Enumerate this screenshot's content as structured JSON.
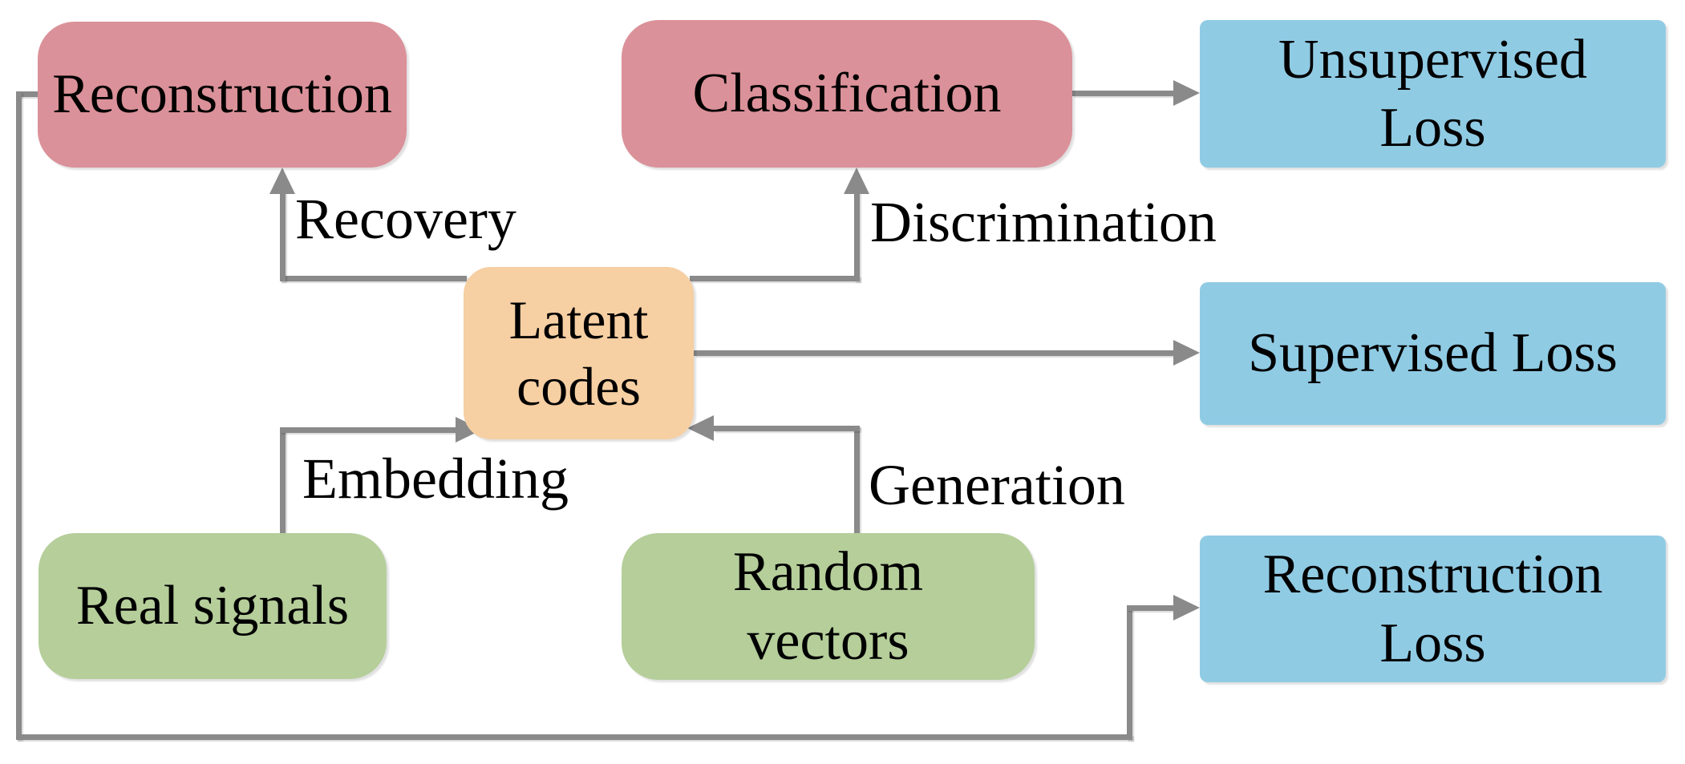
{
  "figure": {
    "nodes": {
      "reconstruction": "Reconstruction",
      "classification": "Classification",
      "unsupervised_loss": "Unsupervised\nLoss",
      "latent_codes": "Latent\ncodes",
      "supervised_loss": "Supervised Loss",
      "real_signals": "Real signals",
      "random_vectors": "Random\nvectors",
      "reconstruction_loss": "Reconstruction\nLoss"
    },
    "edges": {
      "recovery_label": "Recovery",
      "discrimination_label": "Discrimination",
      "embedding_label": "Embedding",
      "generation_label": "Generation"
    },
    "colors": {
      "decoder_fill": "#DB9199",
      "latent_fill": "#F6CFA3",
      "input_fill": "#B5CE9A",
      "loss_fill": "#90CBE4",
      "connector": "#8A8A8A",
      "text": "#000000"
    }
  }
}
